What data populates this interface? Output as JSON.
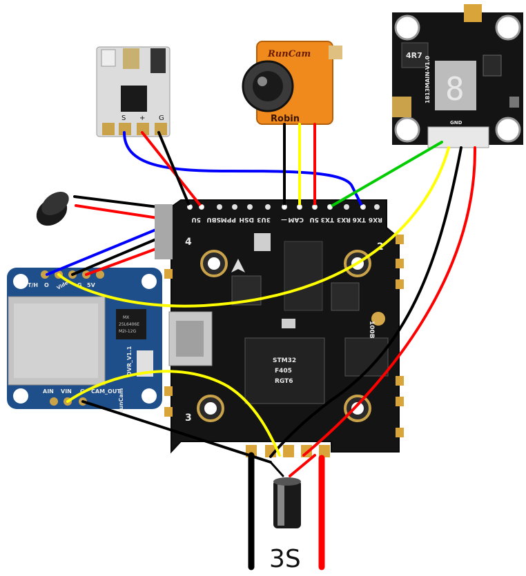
{
  "fc": {
    "pad_labels": [
      "5U",
      "SBU",
      "PPM",
      "DSH",
      "3U3",
      "—",
      "CAM",
      "5U",
      "TX3",
      "RX3",
      "TX6",
      "RX6"
    ],
    "corner_labels": [
      "4",
      "2",
      "3"
    ],
    "mcu_text": [
      "STM32",
      "F405",
      "RGT6"
    ],
    "side_text": "100B"
  },
  "receiver": {
    "pad_labels": [
      "S",
      "+",
      "G"
    ]
  },
  "camera": {
    "brand": "RunCam",
    "model": "Robin"
  },
  "vtx": {
    "board_text": "1813MAIN-V1.0",
    "digit": "8",
    "gnd_label": "GND",
    "inductor_text": "4R7"
  },
  "dvr": {
    "pad_labels": [
      "T/H",
      "O",
      "Video",
      "G",
      "5V"
    ],
    "bottom_labels": [
      "AIN",
      "VIN",
      "G",
      "CAM_OUT"
    ],
    "brand": "RunCam",
    "model_label": "DVR_V1.1",
    "chip_text": [
      "MX",
      "25L6406E",
      "M2I-12G"
    ]
  },
  "battery": {
    "label": "3S"
  },
  "colors": {
    "pcb": "#141414",
    "wire_black": "#000000",
    "wire_red": "#ff0000",
    "wire_yellow": "#ffff00",
    "wire_blue": "#0000ff",
    "wire_green": "#00cc00",
    "camera_orange": "#f08a1c",
    "dvr_blue": "#1f4f8a",
    "receiver_white": "#dcdcdc"
  }
}
